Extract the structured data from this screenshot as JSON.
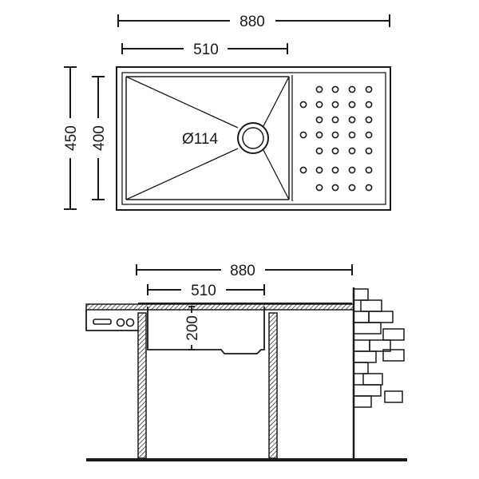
{
  "top_view": {
    "overall_width": "880",
    "bowl_width": "510",
    "overall_depth": "450",
    "bowl_depth": "400",
    "drain_diameter": "Ø114"
  },
  "side_view": {
    "overall_width": "880",
    "bowl_width": "510",
    "bowl_height": "200"
  },
  "colors": {
    "ink": "#1a1a1a",
    "background": "#ffffff"
  }
}
